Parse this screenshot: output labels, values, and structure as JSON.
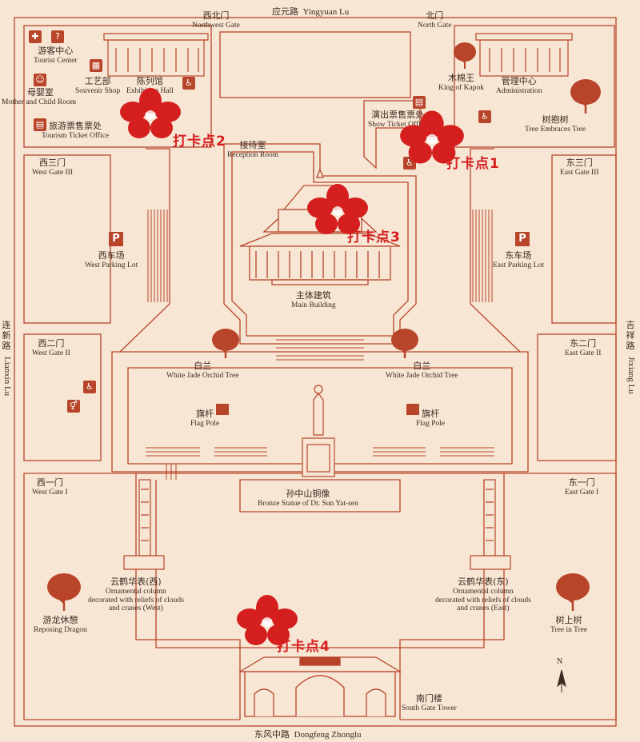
{
  "roads": {
    "north": {
      "zh": "应元路",
      "en": "Yingyuan Lu"
    },
    "south": {
      "zh": "东风中路",
      "en": "Dongfeng Zhonglu"
    },
    "west": {
      "zh": "连新路",
      "en": "Lianxin Lu"
    },
    "east": {
      "zh": "吉祥路",
      "en": "Jixiang Lu"
    }
  },
  "places": {
    "northwest_gate": {
      "zh": "西北门",
      "en": "Northwest Gate"
    },
    "north_gate": {
      "zh": "北门",
      "en": "North Gate"
    },
    "tourist_center": {
      "zh": "游客中心",
      "en": "Tourist Center"
    },
    "souvenir_shop": {
      "zh": "工艺部",
      "en": "Souvenir Shop"
    },
    "exhibition_hall": {
      "zh": "陈列馆",
      "en": "Exhibition Hall"
    },
    "mother_child_room": {
      "zh": "母婴室",
      "en": "Mother and Child Room"
    },
    "ticket_office": {
      "zh": "旅游票售票处",
      "en": "Tourism Ticket Office"
    },
    "king_of_kapok": {
      "zh": "木棉王",
      "en": "King of Kapok"
    },
    "administration": {
      "zh": "管理中心",
      "en": "Administration"
    },
    "tree_embraces_tree": {
      "zh": "树抱树",
      "en": "Tree Embraces Tree"
    },
    "show_ticket_office": {
      "zh": "演出票售票处",
      "en": "Show Ticket Office"
    },
    "reception_room": {
      "zh": "接待室",
      "en": "Reception Room"
    },
    "west_gate_3": {
      "zh": "西三门",
      "en": "West Gate III"
    },
    "east_gate_3": {
      "zh": "东三门",
      "en": "East Gate III"
    },
    "west_parking": {
      "zh": "西车场",
      "en": "West Parking Lot"
    },
    "east_parking": {
      "zh": "东车场",
      "en": "East Parking Lot"
    },
    "main_building": {
      "zh": "主体建筑",
      "en": "Main Building"
    },
    "west_gate_2": {
      "zh": "西二门",
      "en": "West Gate II"
    },
    "east_gate_2": {
      "zh": "东二门",
      "en": "East Gate II"
    },
    "white_jade_west": {
      "zh": "白兰",
      "en": "White Jade Orchid Tree"
    },
    "white_jade_east": {
      "zh": "白兰",
      "en": "White Jade Orchid Tree"
    },
    "flag_pole_west": {
      "zh": "旗杆",
      "en": "Flag Pole"
    },
    "flag_pole_east": {
      "zh": "旗杆",
      "en": "Flag Pole"
    },
    "bronze_statue": {
      "zh": "孙中山铜像",
      "en": "Bronze Statue of Dr. Sun Yat-sen"
    },
    "west_gate_1": {
      "zh": "西一门",
      "en": "West Gate I"
    },
    "east_gate_1": {
      "zh": "东一门",
      "en": "East Gate I"
    },
    "column_west": {
      "zh": "云鹤华表(西)",
      "en1": "Ornamental column",
      "en2": "decorated with reliefs of clouds",
      "en3": "and cranes (West)"
    },
    "column_east": {
      "zh": "云鹤华表(东)",
      "en1": "Ornamental column",
      "en2": "decorated with reliefs of clouds",
      "en3": "and cranes (East)"
    },
    "reposing_dragon": {
      "zh": "游龙休憩",
      "en": "Reposing Dragon"
    },
    "tree_in_tree": {
      "zh": "树上树",
      "en": "Tree in Tree"
    },
    "south_gate_tower": {
      "zh": "南门楼",
      "en": "South Gate Tower"
    }
  },
  "checkins": [
    "打卡点1",
    "打卡点2",
    "打卡点3",
    "打卡点4"
  ],
  "parking_symbol": "P",
  "compass": "N",
  "colors": {
    "background": "#f7e6d4",
    "line": "#b8452a",
    "flower": "#d51f1f",
    "text": "#3b2a20"
  },
  "icons": [
    "first-aid-icon",
    "info-icon",
    "shop-icon",
    "wheelchair-icon",
    "baby-icon",
    "ticket-icon",
    "restroom-icon"
  ]
}
